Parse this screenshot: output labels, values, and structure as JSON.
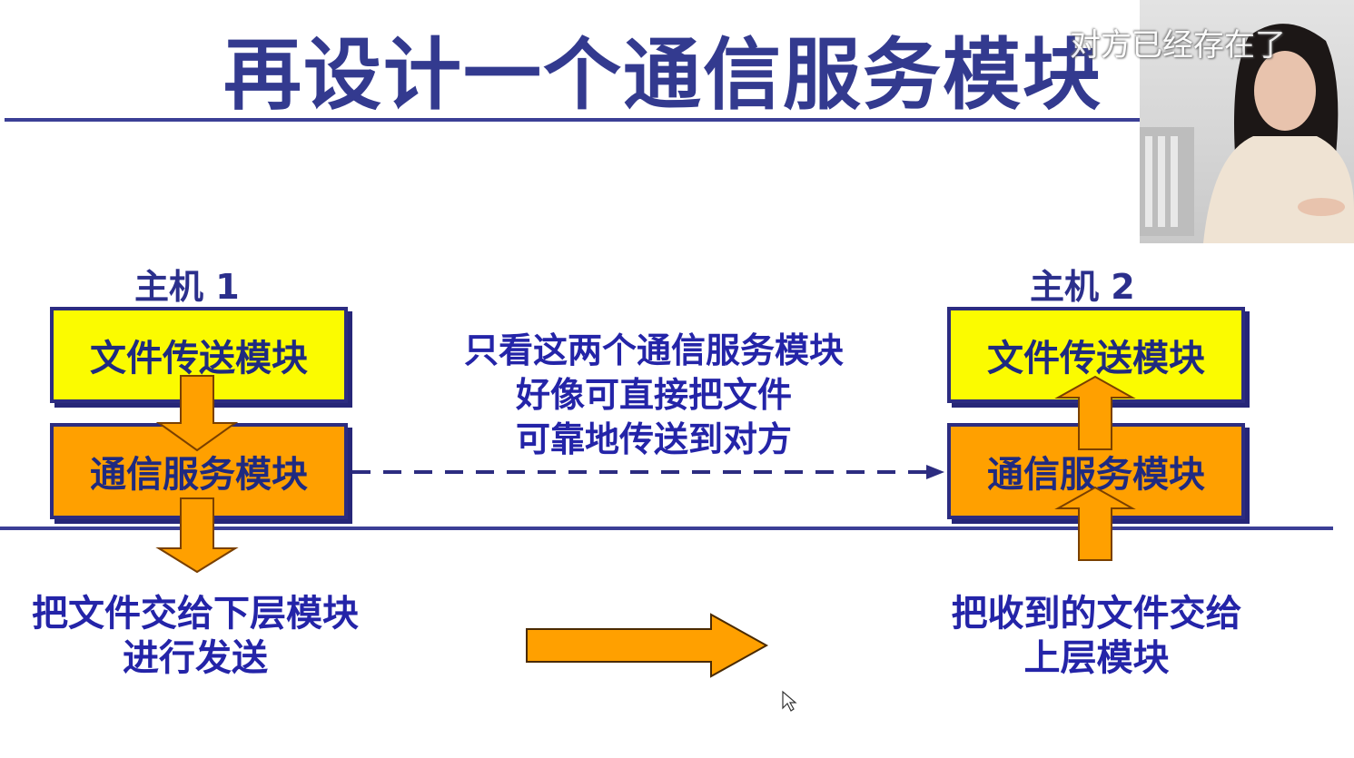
{
  "slide": {
    "title": "再设计一个通信服务模块"
  },
  "host1": {
    "label": "主机 1",
    "top_module": "文件传送模块",
    "bottom_module": "通信服务模块",
    "note_lines": [
      "把文件交给下层模块",
      "进行发送"
    ]
  },
  "host2": {
    "label": "主机 2",
    "top_module": "文件传送模块",
    "bottom_module": "通信服务模块",
    "note_lines": [
      "把收到的文件交给",
      "上层模块"
    ]
  },
  "center_note_lines": [
    "只看这两个通信服务模块",
    "好像可直接把文件",
    "可靠地传送到对方"
  ],
  "webcam": {
    "caption": "对方已经存在了"
  },
  "colors": {
    "title": "#333a8f",
    "module_top": "#fbfb00",
    "module_bottom": "#ffa000",
    "arrow": "#ffa000",
    "line": "#3b3f96",
    "text": "#2424a8"
  }
}
